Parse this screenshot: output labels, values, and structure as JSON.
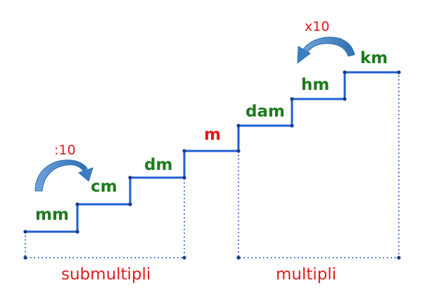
{
  "units": {
    "mm": "mm",
    "cm": "cm",
    "dm": "dm",
    "m": "m",
    "dam": "dam",
    "hm": "hm",
    "km": "km"
  },
  "operations": {
    "divide": ":10",
    "multiply": "x10"
  },
  "groups": {
    "submultiples": "submultipli",
    "multiples": "multipli"
  },
  "colors": {
    "stair": "#1f5fd6",
    "unit_text": "#1e7a1e",
    "base_unit_text": "#e01c1c",
    "group_text": "#e01c1c",
    "arrow": "#3a7fc6"
  }
}
